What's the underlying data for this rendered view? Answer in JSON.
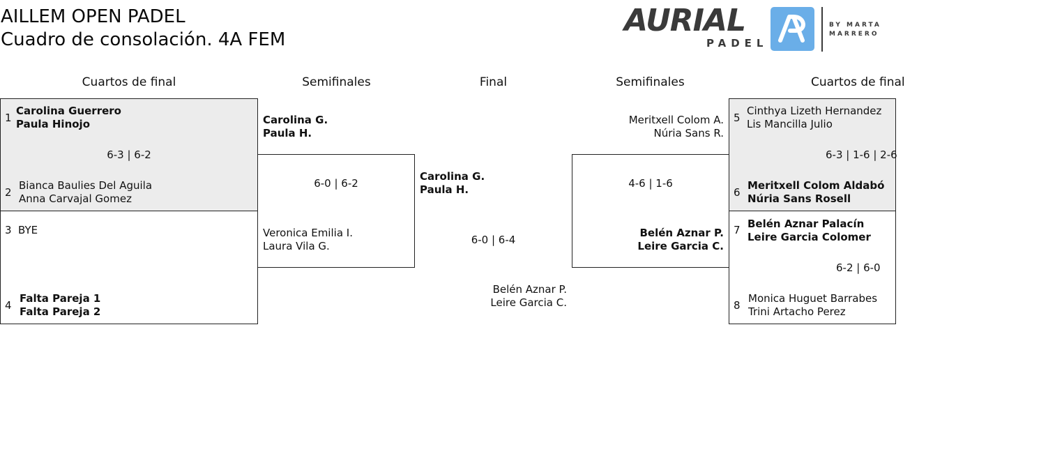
{
  "header": {
    "title_line1": "AILLEM OPEN PADEL",
    "title_line2": "Cuadro de consolación. 4A FEM"
  },
  "logo": {
    "word": "AURIAL",
    "sub": "PADEL",
    "by_line1": "BY MARTA",
    "by_line2": "MARRERO",
    "badge_icon": "ap-monogram-icon",
    "badge_color": "#6aaee8"
  },
  "rounds": {
    "left_qf": "Cuartos de final",
    "left_sf": "Semifinales",
    "final": "Final",
    "right_sf": "Semifinales",
    "right_qf": "Cuartos de final"
  },
  "left_qf": {
    "match1": {
      "seed_a": "1",
      "a1": "Carolina Guerrero",
      "a2": "Paula Hinojo",
      "score": "6-3 | 6-2",
      "seed_b": "2",
      "b1": "Bianca Baulies Del Aguila",
      "b2": "Anna Carvajal Gomez"
    },
    "match2": {
      "seed_a": "3",
      "a1": "BYE",
      "seed_b": "4",
      "b1": "Falta Pareja 1",
      "b2": "Falta Pareja 2"
    }
  },
  "left_sf": {
    "a1": "Carolina G.",
    "a2": "Paula H.",
    "score": "6-0 | 6-2",
    "b1": "Veronica Emilia I.",
    "b2": "Laura Vila G."
  },
  "final": {
    "a1": "Carolina G.",
    "a2": "Paula H.",
    "score": "6-0 | 6-4",
    "b1": "Belén Aznar P.",
    "b2": "Leire Garcia C."
  },
  "right_sf": {
    "a1": "Meritxell Colom A.",
    "a2": "Núria Sans R.",
    "score": "4-6 | 1-6",
    "b1": "Belén Aznar P.",
    "b2": "Leire Garcia C."
  },
  "right_qf": {
    "match1": {
      "seed_a": "5",
      "a1": "Cinthya Lizeth Hernandez",
      "a2": "Lis Mancilla Julio",
      "score": "6-3 | 1-6 | 2-6",
      "seed_b": "6",
      "b1": "Meritxell Colom Aldabó",
      "b2": "Núria Sans Rosell"
    },
    "match2": {
      "seed_a": "7",
      "a1": "Belén Aznar Palacín",
      "a2": "Leire Garcia Colomer",
      "score": "6-2 | 6-0",
      "seed_b": "8",
      "b1": "Monica Huguet Barrabes",
      "b2": "Trini Artacho Perez"
    }
  }
}
